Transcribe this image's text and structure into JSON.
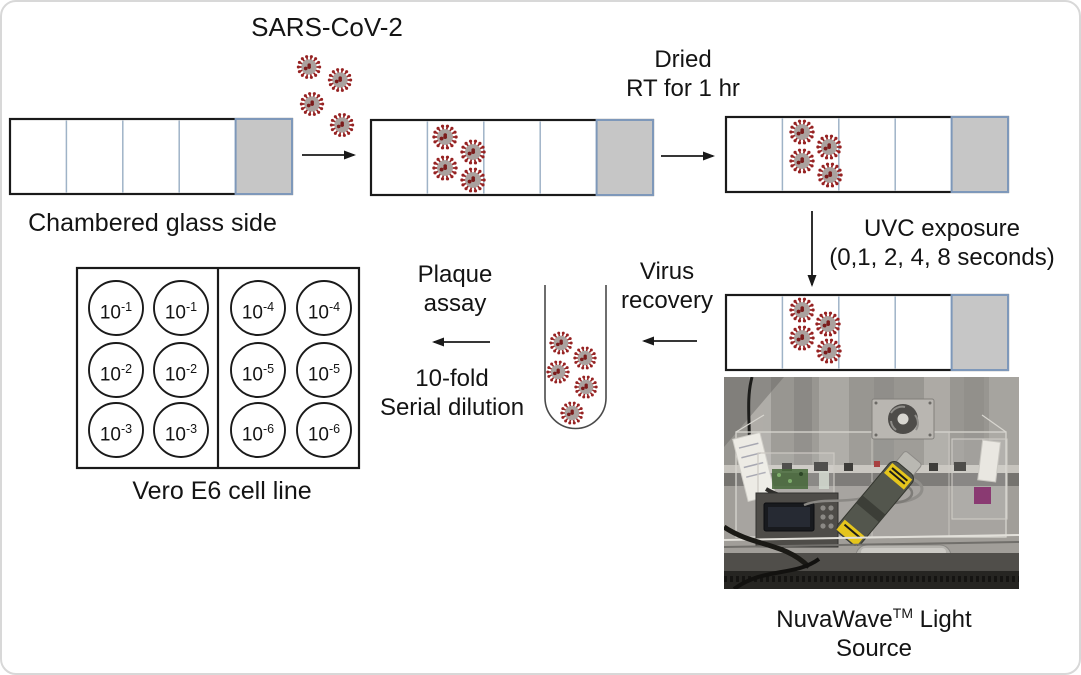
{
  "labels": {
    "sars": "SARS-CoV-2",
    "chambered": "Chambered glass side",
    "dried_l1": "Dried",
    "dried_l2": "RT for 1 hr",
    "uvc_l1": "UVC exposure",
    "uvc_l2": "(0,1, 2, 4, 8 seconds)",
    "recovery_l1": "Virus",
    "recovery_l2": "recovery",
    "plaque_l1": "Plaque",
    "plaque_l2": "assay",
    "dilution_l1": "10-fold",
    "dilution_l2": "Serial dilution",
    "vero": "Vero E6 cell line",
    "nuva_name": "NuvaWave",
    "nuva_tm": "TM",
    "nuva_rest": " Light",
    "nuva_l2": "Source"
  },
  "plates": {
    "well_base": "10",
    "well_exponents": [
      "-1",
      "-1",
      "-4",
      "-4",
      "-2",
      "-2",
      "-5",
      "-5",
      "-3",
      "-3",
      "-6",
      "-6"
    ]
  },
  "colors": {
    "text": "#141414",
    "virus_spike_red": "#962222",
    "virus_speckle_red": "#7c1c1c",
    "virus_body_gray": "#aaa19e",
    "slide_outline_black": "#1a1a1a",
    "chamber_divider_blue": "#9fb3c7",
    "end_chamber_fill_gray": "#c6c6c6",
    "end_chamber_border_blue": "#7e98ba",
    "wand_label_yellow": "#e5c51c",
    "photo_patch_purple": "#8a3a72"
  }
}
